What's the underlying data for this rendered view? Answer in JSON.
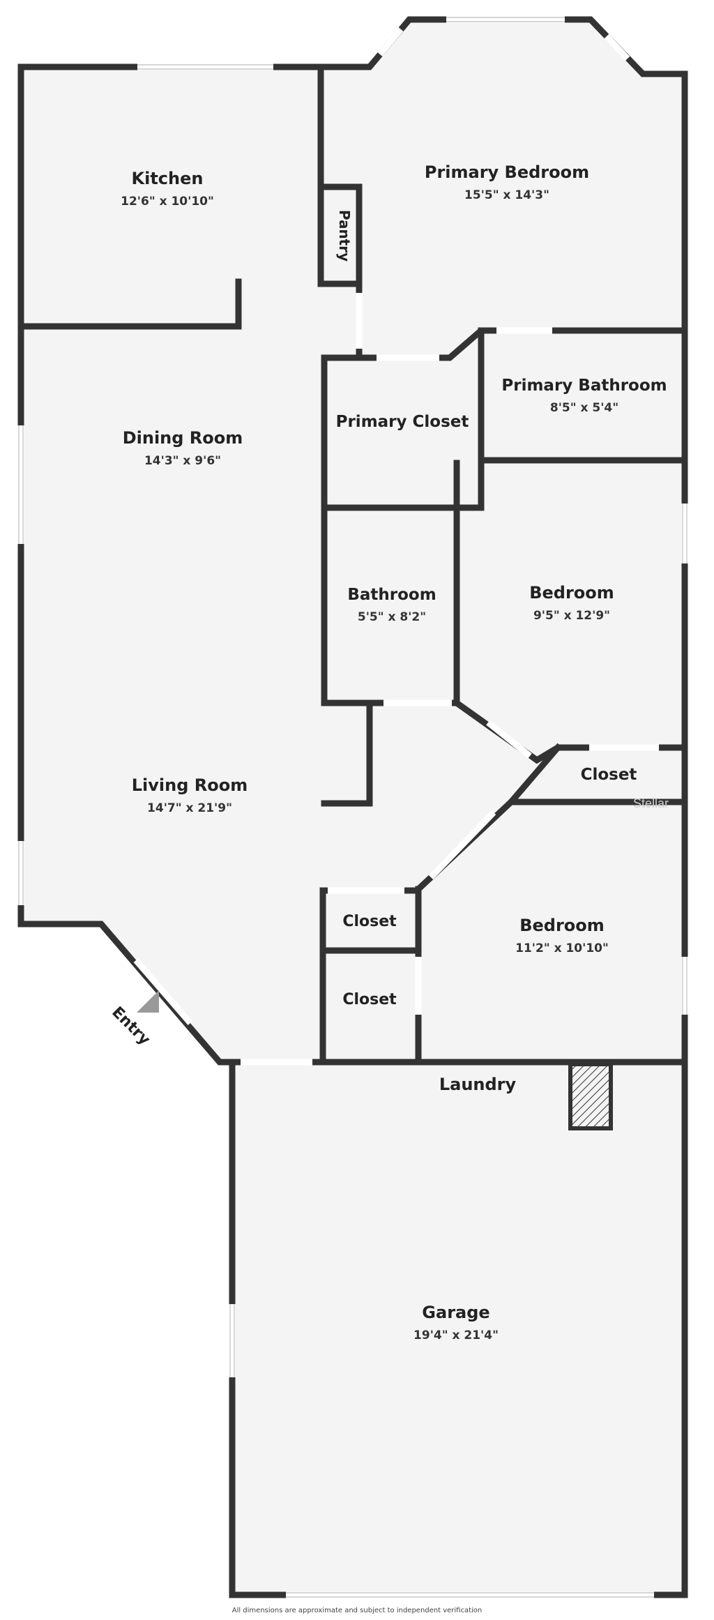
{
  "rooms": {
    "kitchen": {
      "name": "Kitchen",
      "dims": "12'6\" x 10'10\""
    },
    "primary_bedroom": {
      "name": "Primary Bedroom",
      "dims": "15'5\" x 14'3\""
    },
    "pantry": {
      "name": "Pantry"
    },
    "dining_room": {
      "name": "Dining Room",
      "dims": "14'3\" x 9'6\""
    },
    "primary_closet": {
      "name": "Primary Closet"
    },
    "primary_bathroom": {
      "name": "Primary Bathroom",
      "dims": "8'5\" x 5'4\""
    },
    "bathroom": {
      "name": "Bathroom",
      "dims": "5'5\" x 8'2\""
    },
    "bedroom_1": {
      "name": "Bedroom",
      "dims": "9'5\" x 12'9\""
    },
    "closet_right": {
      "name": "Closet"
    },
    "living_room": {
      "name": "Living Room",
      "dims": "14'7\" x 21'9\""
    },
    "closet_upper": {
      "name": "Closet"
    },
    "closet_lower": {
      "name": "Closet"
    },
    "bedroom_2": {
      "name": "Bedroom",
      "dims": "11'2\" x 10'10\""
    },
    "laundry": {
      "name": "Laundry"
    },
    "garage": {
      "name": "Garage",
      "dims": "19'4\" x 21'4\""
    }
  },
  "entry_label": "Entry",
  "watermark": "Stellar",
  "footer_note": "All dimensions are approximate and subject to independent verification",
  "colors": {
    "wall": "#333333",
    "floor": "#f4f4f4",
    "background": "#ffffff"
  }
}
